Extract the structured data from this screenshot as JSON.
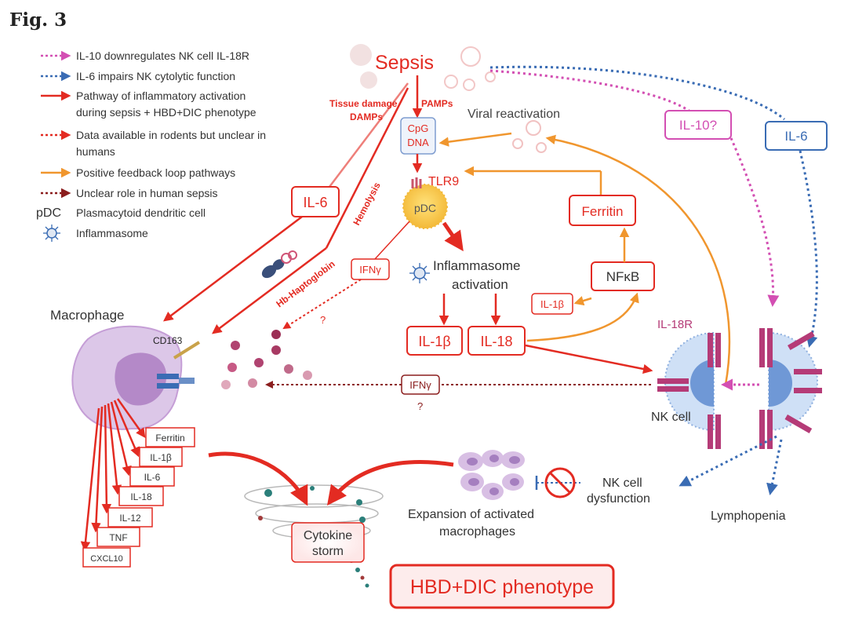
{
  "figure_label": "Fig. 3",
  "colors": {
    "red": "#e32b22",
    "orange": "#f0962e",
    "pink": "#d34fb3",
    "blue": "#3a6cb4",
    "dark_red": "#8b1e1e",
    "macrophage": "#c59ed6",
    "nk_cell": "#a9c4ea",
    "receptor": "#b53b77"
  },
  "legend": [
    {
      "style": "pink-dotted",
      "text": "IL-10 downregulates NK cell IL-18R"
    },
    {
      "style": "blue-dotted",
      "text": "IL-6 impairs NK cytolytic function"
    },
    {
      "style": "red-solid",
      "text": "Pathway of inflammatory activation",
      "text2": "during sepsis + HBD+DIC phenotype"
    },
    {
      "style": "red-dotted",
      "text": "Data available in rodents but unclear in",
      "text2": "humans"
    },
    {
      "style": "orange-solid",
      "text": "Positive feedback loop pathways"
    },
    {
      "style": "darkred-dotted",
      "text": "Unclear role in human sepsis"
    },
    {
      "style": "pdc-abbr",
      "abbr": "pDC",
      "text": "Plasmacytoid dendritic cell"
    },
    {
      "style": "inflammasome-icon",
      "text": "Inflammasome"
    }
  ],
  "labels": {
    "sepsis": "Sepsis",
    "tissue_damage": "Tissue damage",
    "damps": "DAMPs",
    "pamps": "PAMPs",
    "cpg_line1": "CpG",
    "cpg_line2": "DNA",
    "viral_reactivation": "Viral reactivation",
    "tlr9": "TLR9",
    "pdc": "pDC",
    "il6_box": "IL-6",
    "hemolysis": "Hemolysis",
    "hb_haptoglobin": "Hb-Haptoglobin",
    "ifng_box": "IFNγ",
    "question1": "?",
    "inflammasome_line1": "Inflammasome",
    "inflammasome_line2": "activation",
    "ferritin_box": "Ferritin",
    "nfkb_box": "NFκB",
    "il1b_small": "IL-1β",
    "il1b_box": "IL-1β",
    "il18_box": "IL-18",
    "il10_box": "IL-10?",
    "il6_right_box": "IL-6",
    "il18r": "IL-18R",
    "nk_cell": "NK cell",
    "macrophage": "Macrophage",
    "cd163": "CD163",
    "ifng_dashed": "IFNγ",
    "question2": "?",
    "cytokine_storm_line1": "Cytokine",
    "cytokine_storm_line2": "storm",
    "expansion_line1": "Expansion of activated",
    "expansion_line2": "macrophages",
    "nk_dysfunction_line1": "NK cell",
    "nk_dysfunction_line2": "dysfunction",
    "lymphopenia": "Lymphopenia",
    "phenotype": "HBD+DIC phenotype"
  },
  "cytokine_stack": [
    "Ferritin",
    "IL-1β",
    "IL-6",
    "IL-18",
    "IL-12",
    "TNF",
    "CXCL10"
  ]
}
